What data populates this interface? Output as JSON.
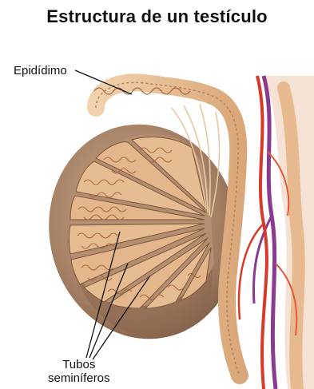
{
  "title": "Estructura de un testículo",
  "labels": {
    "epididymis": "Epidídimo",
    "tubules_line1": "Tubos",
    "tubules_line2": "seminíferos"
  },
  "colors": {
    "tissue": "#e8c29a",
    "tissue_dark": "#b07a4e",
    "capsule": "#a98469",
    "capsule_dark": "#7a5a44",
    "artery": "#d9392a",
    "vein": "#8a3b8f",
    "background": "#ffffff"
  }
}
